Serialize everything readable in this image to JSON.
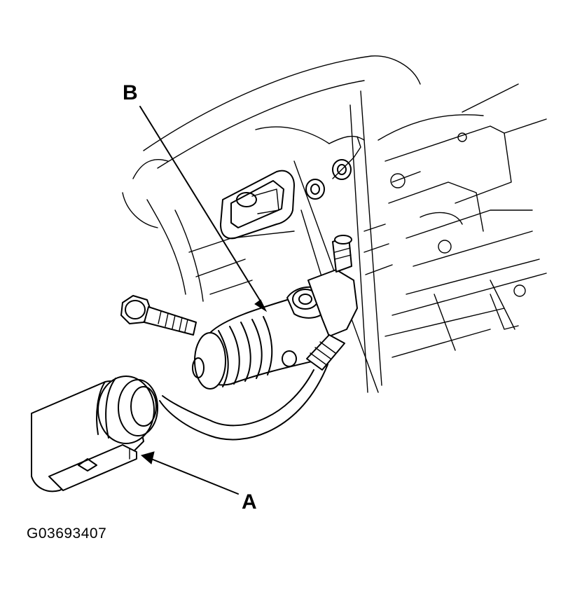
{
  "callouts": {
    "a": "A",
    "b": "B"
  },
  "figure_id": "G03693407",
  "colors": {
    "line": "#000000",
    "background": "#ffffff"
  }
}
